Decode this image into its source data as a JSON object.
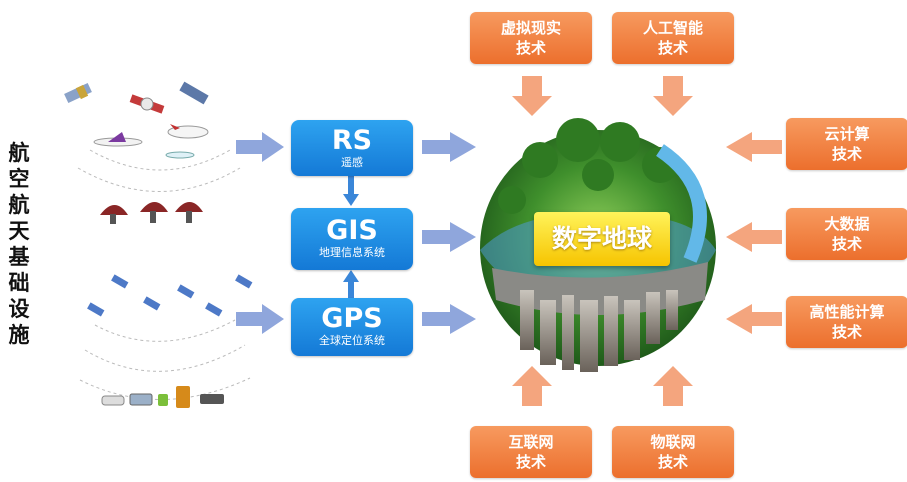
{
  "side_title": "航空航天基础设施",
  "center_label": "数字地球",
  "systems": [
    {
      "abbr": "RS",
      "name": "遥感"
    },
    {
      "abbr": "GIS",
      "name": "地理信息系统"
    },
    {
      "abbr": "GPS",
      "name": "全球定位系统"
    }
  ],
  "tech_top": [
    {
      "line1": "虚拟现实",
      "line2": "技术"
    },
    {
      "line1": "人工智能",
      "line2": "技术"
    }
  ],
  "tech_right": [
    {
      "line1": "云计算",
      "line2": "技术"
    },
    {
      "line1": "大数据",
      "line2": "技术"
    },
    {
      "line1": "高性能计算",
      "line2": "技术"
    }
  ],
  "tech_bottom": [
    {
      "line1": "互联网",
      "line2": "技术"
    },
    {
      "line1": "物联网",
      "line2": "技术"
    }
  ],
  "colors": {
    "system_blue": "#1f8ee6",
    "tech_orange": "#f07d3a",
    "arrow_blue": "#8fa6dc",
    "arrow_orange": "#f4a57e",
    "label_yellow": "#f8d21a"
  }
}
